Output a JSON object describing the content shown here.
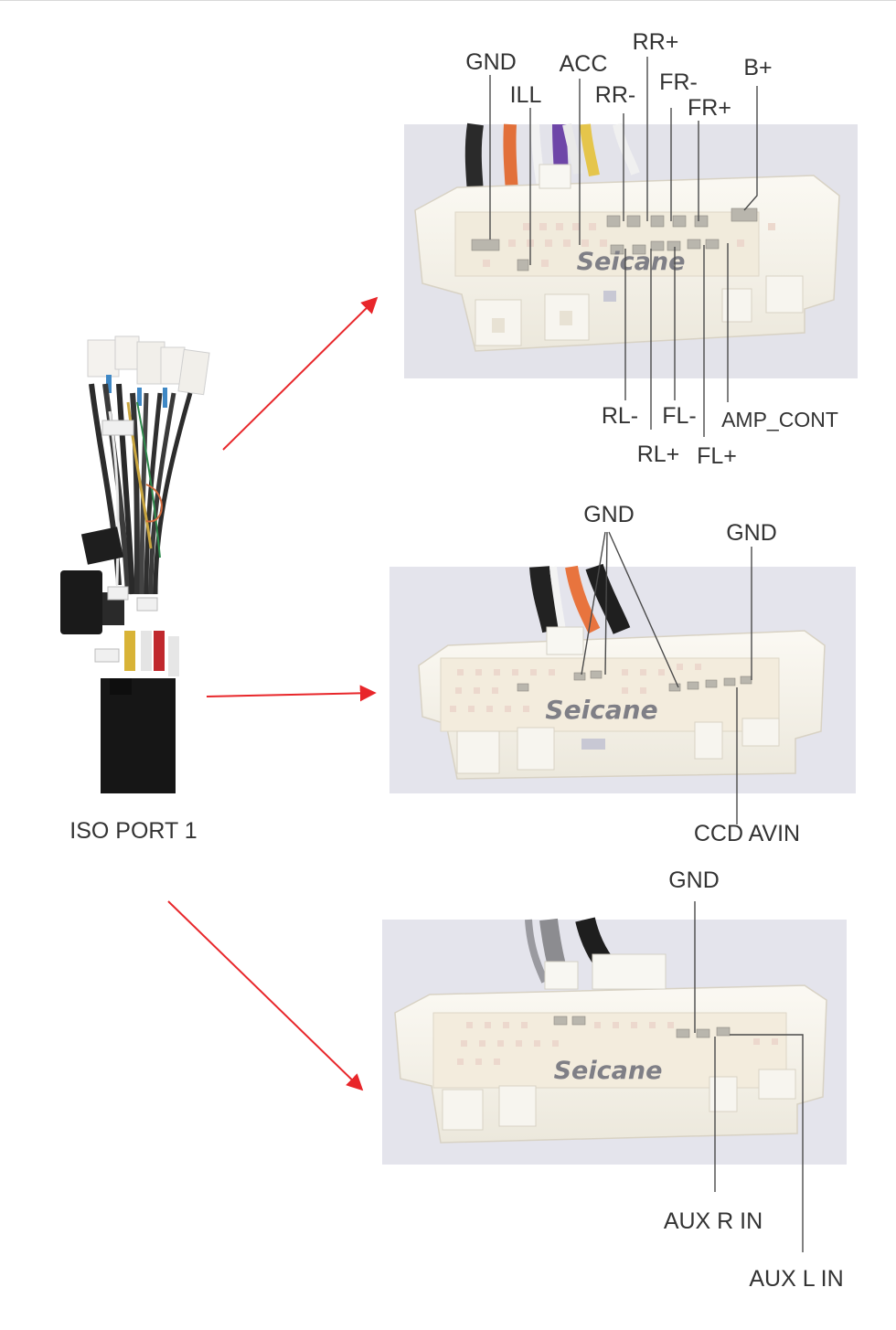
{
  "harness": {
    "caption": "ISO PORT 1"
  },
  "connectors": [
    {
      "watermark": "Seicane",
      "top_labels": [
        "GND",
        "ILL",
        "ACC",
        "RR-",
        "RR+",
        "FR-",
        "FR+",
        "B+"
      ],
      "bottom_labels": [
        "RL-",
        "RL+",
        "FL-",
        "FL+",
        "AMP_CONT"
      ]
    },
    {
      "watermark": "Seicane",
      "top_labels": [
        "GND",
        "GND"
      ],
      "bottom_labels": [
        "CCD AVIN"
      ]
    },
    {
      "watermark": "Seicane",
      "top_labels": [
        "GND"
      ],
      "bottom_labels": [
        "AUX R IN",
        "AUX L IN"
      ]
    }
  ],
  "colors": {
    "arrow": "#e8262a",
    "leader": "#4a4a4a",
    "photo_bg": "#e4e4ec",
    "connector": "#f7f4ec"
  }
}
